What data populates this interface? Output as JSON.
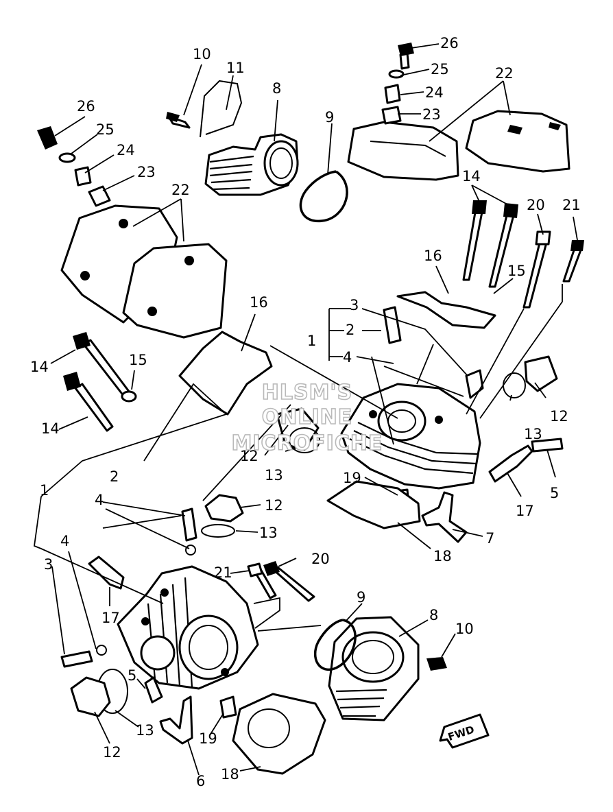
{
  "watermark": {
    "line1": "HLSM'S",
    "line2": "ONLINE",
    "line3": "MICROFICHE"
  },
  "direction_badge": "FWD",
  "callouts": {
    "rear_10": "10",
    "rear_11": "11",
    "rear_8": "8",
    "rear_9": "9",
    "rear_26": "26",
    "rear_25": "25",
    "rear_24": "24",
    "rear_23": "23",
    "rear_22": "22",
    "rear_16": "16",
    "rear_14a": "14",
    "rear_15": "15",
    "rear_14b": "14",
    "front_26": "26",
    "front_25": "25",
    "front_24": "24",
    "front_23": "23",
    "front_22": "22",
    "front_14": "14",
    "front_20": "20",
    "front_21": "21",
    "front_16": "16",
    "front_15": "15",
    "front_3": "3",
    "front_2": "2",
    "front_1": "1",
    "front_4": "4",
    "front_12a": "12",
    "front_13a": "13",
    "front_12b": "12",
    "front_13b": "13",
    "front_5": "5",
    "front_17": "17",
    "front_19": "19",
    "front_7": "7",
    "front_18": "18",
    "rear_2": "2",
    "rear_4": "4",
    "rear_1": "1",
    "rear_12a": "12",
    "rear_13a": "13",
    "rear_4b": "4",
    "rear_3": "3",
    "rear_20": "20",
    "rear_21": "21",
    "rear_17": "17",
    "rear_9b": "9",
    "rear_8b": "8",
    "rear_10b": "10",
    "rear_5": "5",
    "rear_13b": "13",
    "rear_12b": "12",
    "rear_19": "19",
    "rear_6": "6",
    "rear_18": "18"
  }
}
